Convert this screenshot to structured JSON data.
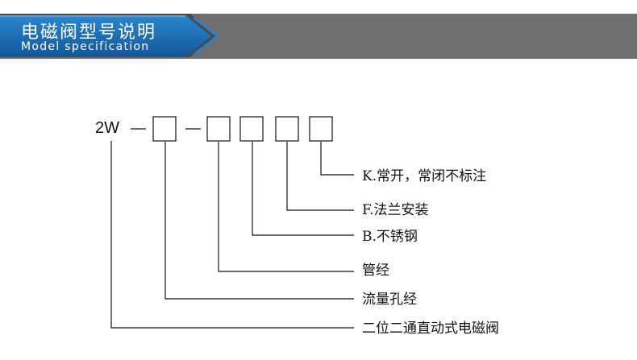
{
  "header": {
    "title_cn": "电磁阀型号说明",
    "title_en": "Model specification"
  },
  "model": {
    "prefix": "2W",
    "dash": "—"
  },
  "options": [
    {
      "text": "K.常开，常闭不标注"
    },
    {
      "text": "F.法兰安装"
    },
    {
      "text": "B.不锈钢"
    },
    {
      "text": "管经"
    },
    {
      "text": "流量孔经"
    },
    {
      "text": "二位二通直动式电磁阀"
    }
  ],
  "colors": {
    "header_band": "#6f6f6f",
    "title_badge": "#1c6fb5",
    "line": "#111111"
  }
}
